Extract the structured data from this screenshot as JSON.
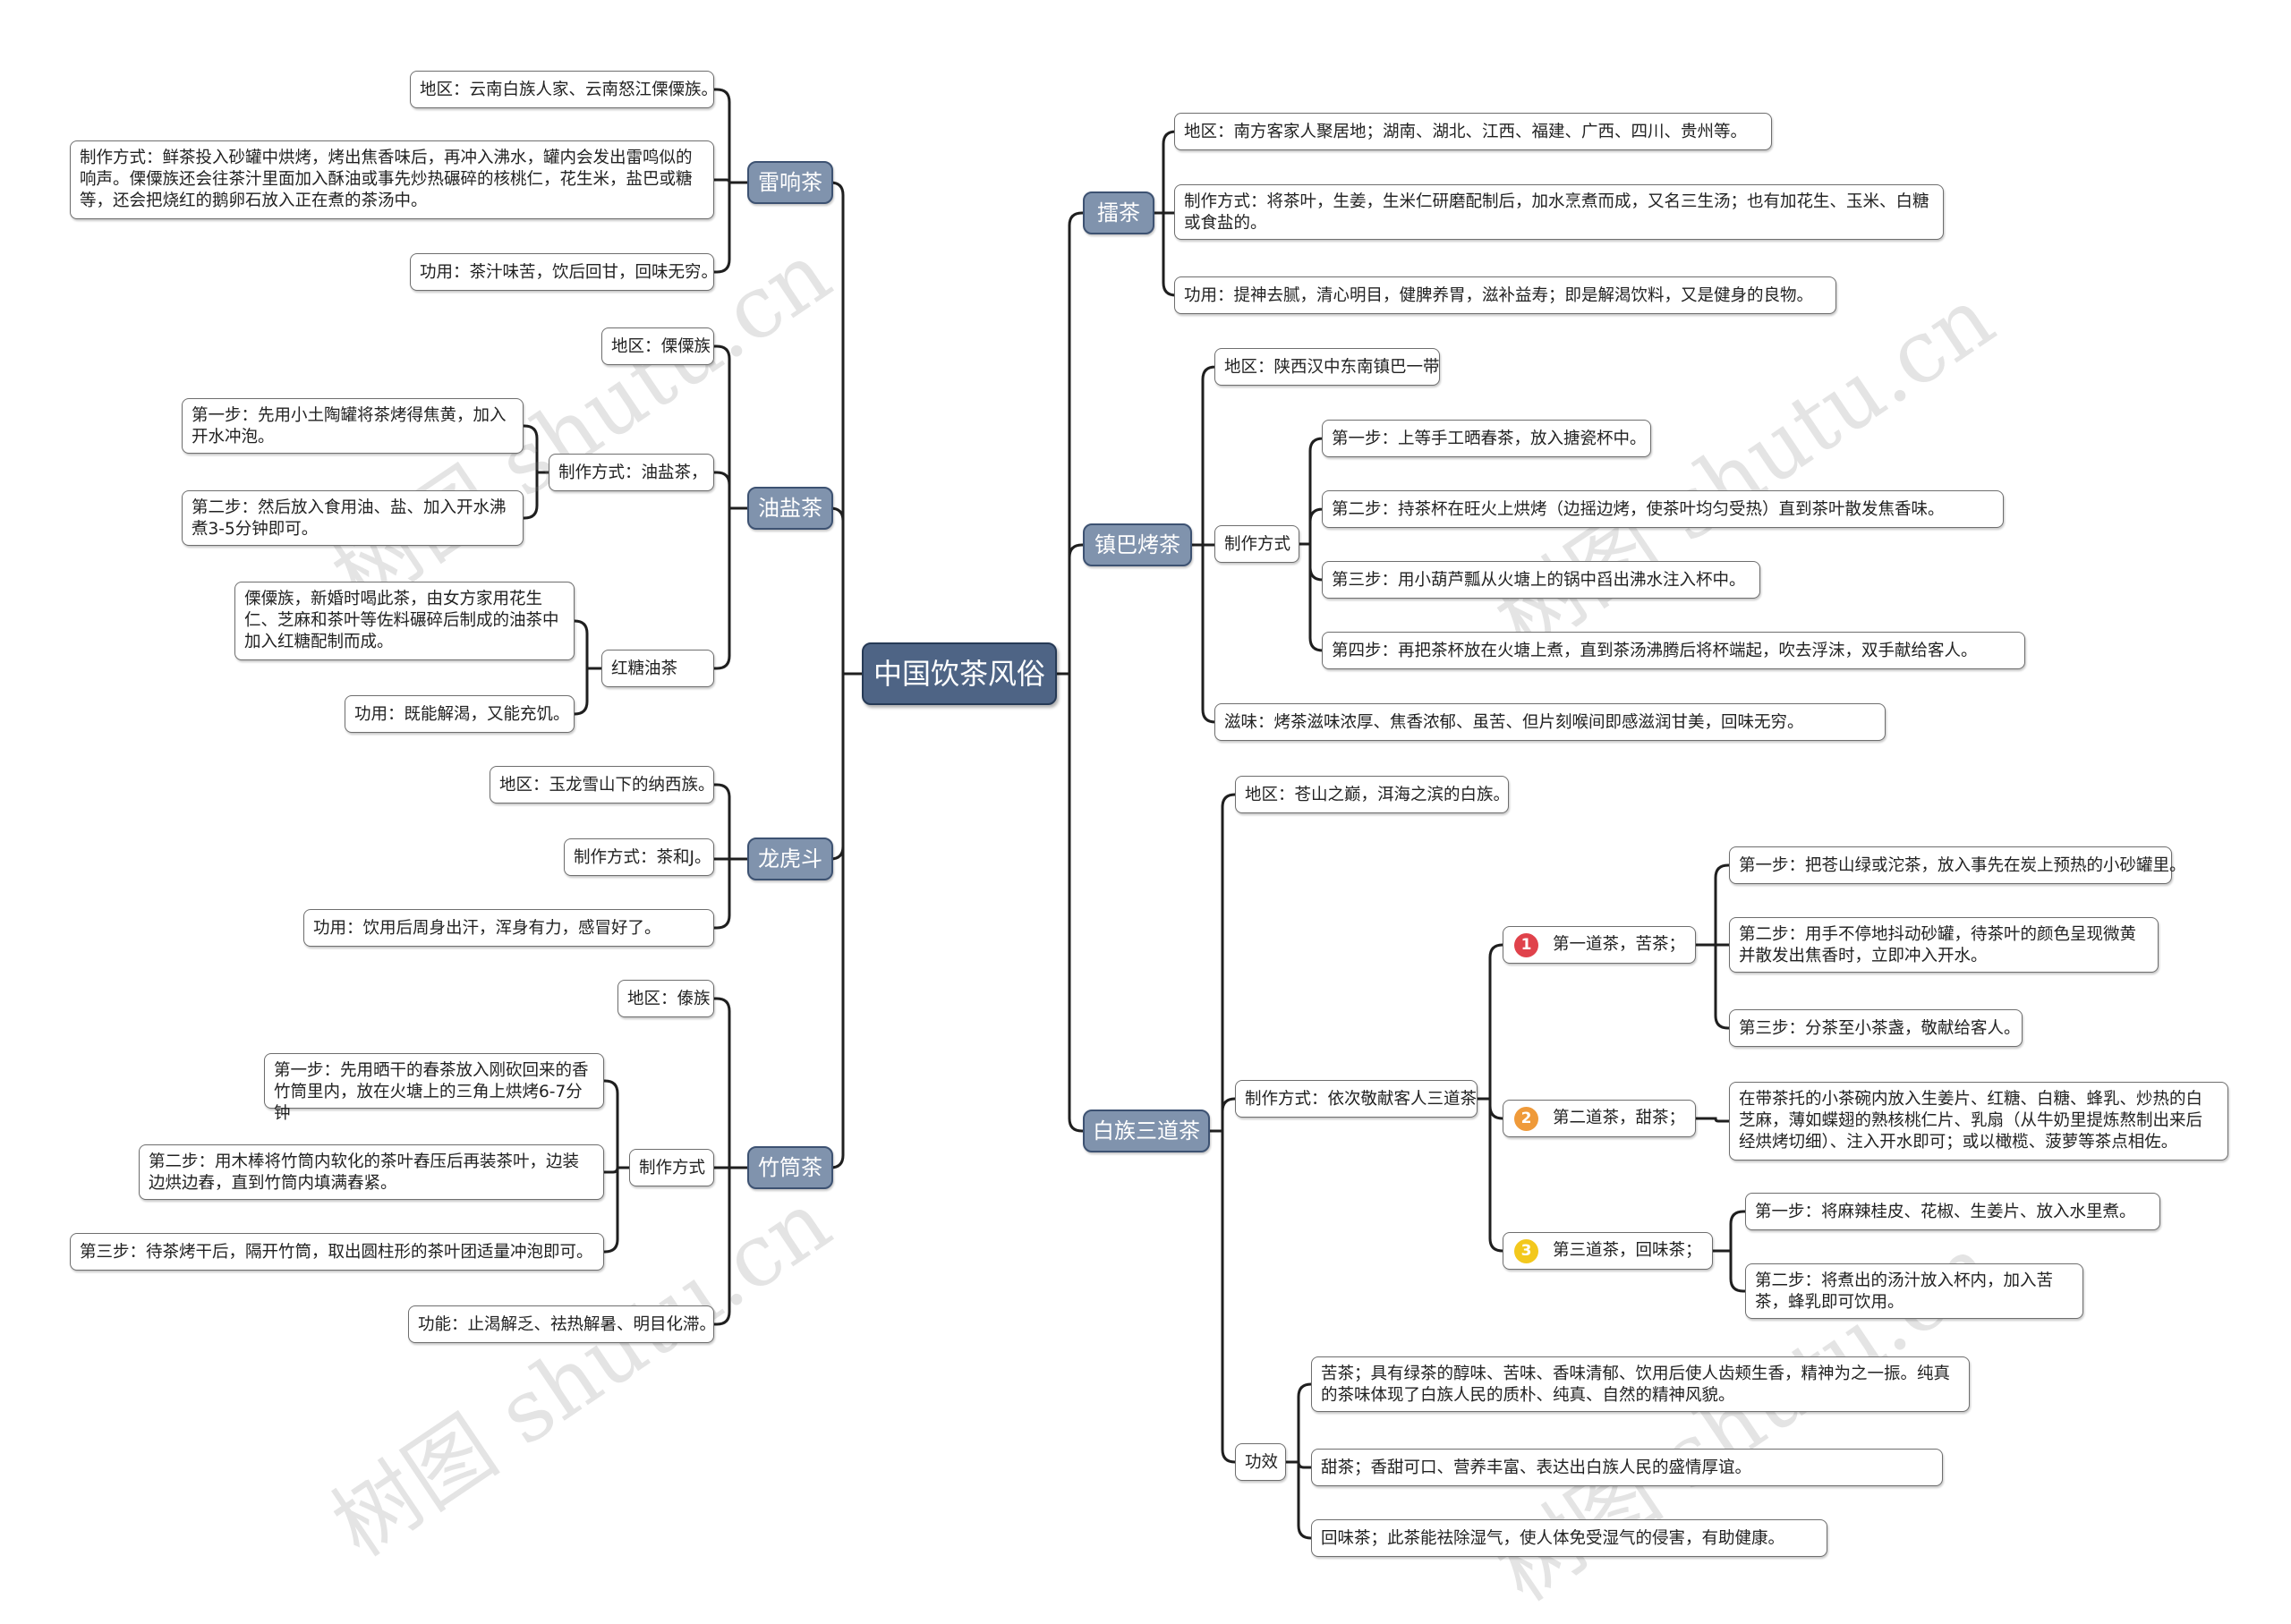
{
  "root": "中国饮茶风俗",
  "left": {
    "leixiang": {
      "title": "雷响茶",
      "area": "地区：云南白族人家、云南怒江傈僳族。",
      "method": "制作方式：鲜茶投入砂罐中烘烤，烤出焦香味后，再冲入沸水，罐内会发出雷鸣似的响声。傈僳族还会往茶汁里面加入酥油或事先炒热碾碎的核桃仁，花生米，盐巴或糖等，还会把烧红的鹅卵石放入正在煮的茶汤中。",
      "effect": "功用：茶汁味苦，饮后回甘，回味无穷。"
    },
    "youyan": {
      "title": "油盐茶",
      "area": "地区：傈僳族",
      "method": "制作方式：油盐茶，",
      "step1": "第一步：先用小土陶罐将茶烤得焦黄，加入开水冲泡。",
      "step2": "第二步：然后放入食用油、盐、加入开水沸煮3-5分钟即可。",
      "hongtang": "红糖油茶",
      "hongtang_desc": "傈僳族，新婚时喝此茶，由女方家用花生仁、芝麻和茶叶等佐料碾碎后制成的油茶中加入红糖配制而成。",
      "effect": "功用：既能解渴，又能充饥。"
    },
    "longhu": {
      "title": "龙虎斗",
      "area": "地区：玉龙雪山下的纳西族。",
      "method": "制作方式：茶和J。",
      "effect": "功用：饮用后周身出汗，浑身有力，感冒好了。"
    },
    "zhutong": {
      "title": "竹筒茶",
      "area": "地区：傣族",
      "method": "制作方式",
      "step1": "第一步：先用晒干的春茶放入刚砍回来的香竹筒里内，放在火塘上的三角上烘烤6-7分钟",
      "step2": "第二步：用木棒将竹筒内软化的茶叶舂压后再装茶叶，边装边烘边舂，直到竹筒内填满舂紧。",
      "step3": "第三步：待茶烤干后，隔开竹筒，取出圆柱形的茶叶团适量冲泡即可。",
      "effect": "功能：止渴解乏、祛热解暑、明目化滞。"
    }
  },
  "right": {
    "leicha": {
      "title": "擂茶",
      "area": "地区：南方客家人聚居地；湖南、湖北、江西、福建、广西、四川、贵州等。",
      "method": "制作方式：将茶叶，生姜，生米仁研磨配制后，加水烹煮而成，又名三生汤；也有加花生、玉米、白糖或食盐的。",
      "effect": "功用：提神去腻，清心明目，健脾养胃，滋补益寿；即是解渴饮料，又是健身的良物。"
    },
    "zhenba": {
      "title": "镇巴烤茶",
      "area": "地区：陕西汉中东南镇巴一带",
      "method": "制作方式",
      "step1": "第一步：上等手工晒春茶，放入搪瓷杯中。",
      "step2": "第二步：持茶杯在旺火上烘烤（边摇边烤，使茶叶均匀受热）直到茶叶散发焦香味。",
      "step3": "第三步：用小葫芦瓢从火塘上的锅中舀出沸水注入杯中。",
      "step4": "第四步：再把茶杯放在火塘上煮，直到茶汤沸腾后将杯端起，吹去浮沫，双手献给客人。",
      "taste": "滋味：烤茶滋味浓厚、焦香浓郁、虽苦、但片刻喉间即感滋润甘美，回味无穷。"
    },
    "baizu": {
      "title": "白族三道茶",
      "area": "地区：苍山之巅，洱海之滨的白族。",
      "method": "制作方式：依次敬献客人三道茶",
      "first": "第一道茶，苦茶；",
      "first_num": "1",
      "first_s1": "第一步：把苍山绿或沱茶，放入事先在炭上预热的小砂罐里。",
      "first_s2": "第二步：用手不停地抖动砂罐，待茶叶的颜色呈现微黄并散发出焦香时，立即冲入开水。",
      "first_s3": "第三步：分茶至小茶盏，敬献给客人。",
      "second": "第二道茶，甜茶；",
      "second_num": "2",
      "second_desc": "在带茶托的小茶碗内放入生姜片、红糖、白糖、蜂乳、炒热的白芝麻，薄如蝶翅的熟核桃仁片、乳扇（从牛奶里提炼熬制出来后经烘烤切细）、注入开水即可；或以橄榄、菠萝等茶点相佐。",
      "third": "第三道茶，回味茶；",
      "third_num": "3",
      "third_s1": "第一步：将麻辣桂皮、花椒、生姜片、放入水里煮。",
      "third_s2": "第二步：将煮出的汤汁放入杯内，加入苦茶，蜂乳即可饮用。",
      "effect_label": "功效",
      "effect_ku": "苦茶；具有绿茶的醇味、苦味、香味清郁、饮用后使人齿颊生香，精神为之一振。纯真的茶味体现了白族人民的质朴、纯真、自然的精神风貌。",
      "effect_tian": "甜茶；香甜可口、营养丰富、表达出白族人民的盛情厚谊。",
      "effect_hui": "回味茶；此茶能祛除湿气，使人体免受湿气的侵害，有助健康。"
    }
  },
  "watermark": "树图 shutu.cn"
}
